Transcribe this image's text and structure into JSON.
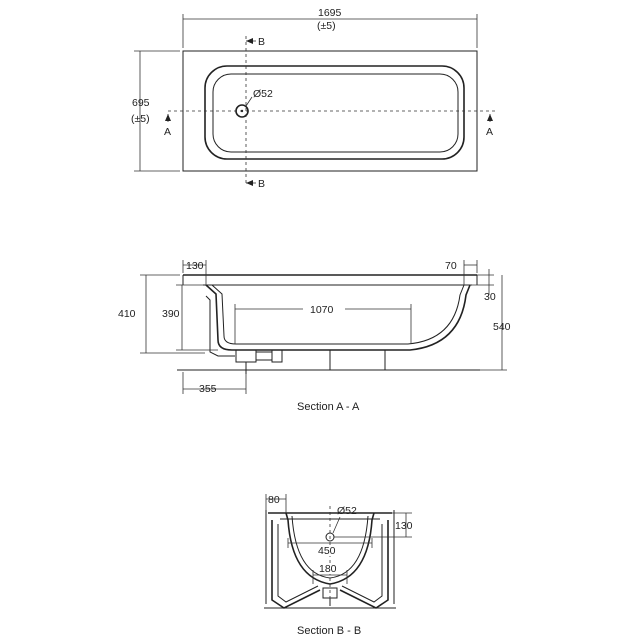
{
  "plan_view": {
    "width_value": "1695",
    "width_tol": "(±5)",
    "depth_value": "695",
    "depth_tol": "(±5)",
    "waste_dia": "Ø52",
    "section_a_left": "A",
    "section_a_right": "A",
    "section_b_top": "B",
    "section_b_bottom": "B"
  },
  "section_a": {
    "dim_130": "130",
    "dim_70": "70",
    "dim_30": "30",
    "dim_410": "410",
    "dim_390": "390",
    "dim_1070": "1070",
    "dim_540": "540",
    "dim_355": "355",
    "caption": "Section A - A"
  },
  "section_b": {
    "dim_80": "80",
    "waste_dia": "Ø52",
    "dim_130": "130",
    "dim_450": "450",
    "dim_180": "180",
    "caption": "Section B - B"
  }
}
